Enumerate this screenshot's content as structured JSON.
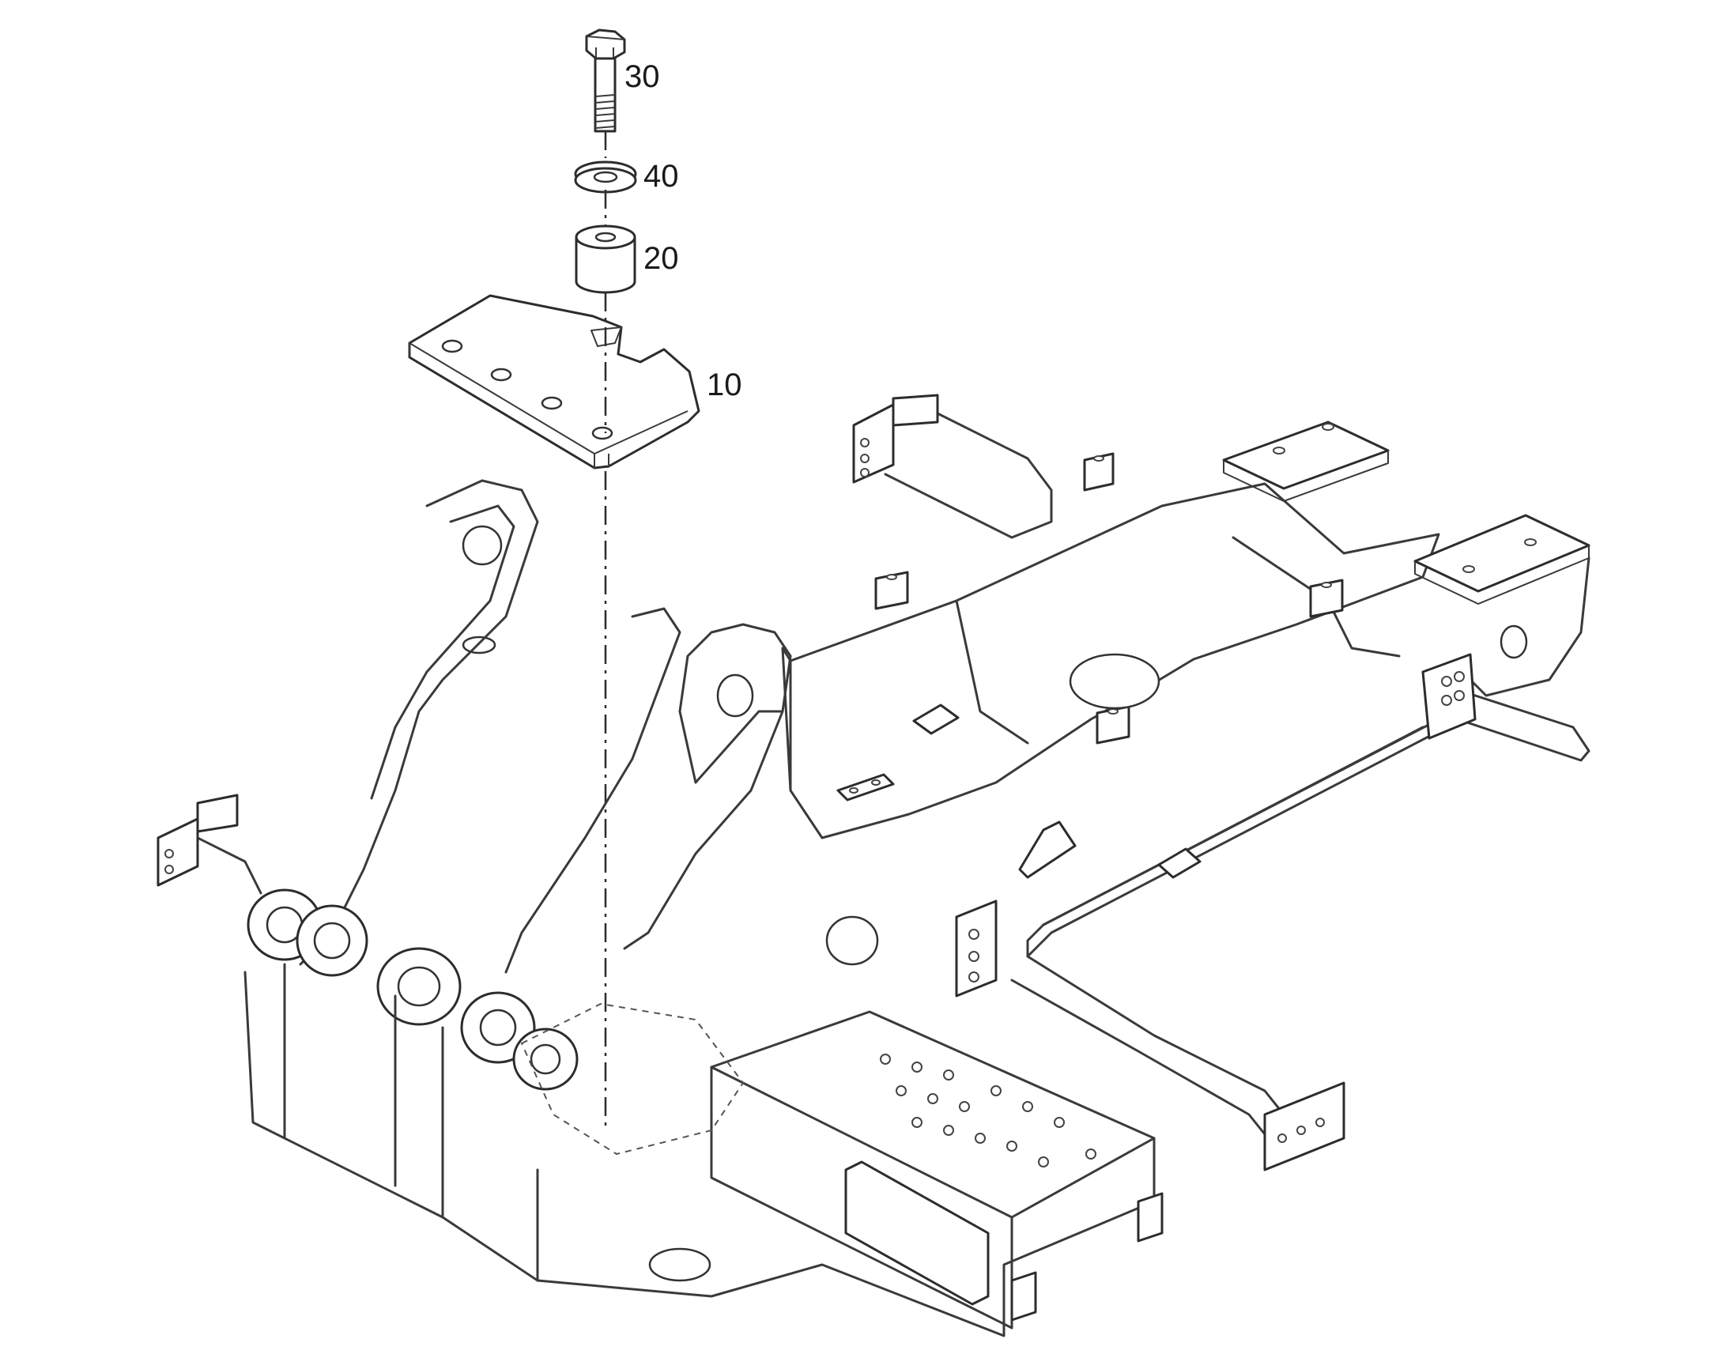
{
  "callouts": {
    "bolt": "30",
    "washer": "40",
    "spacer": "20",
    "plate": "10"
  }
}
